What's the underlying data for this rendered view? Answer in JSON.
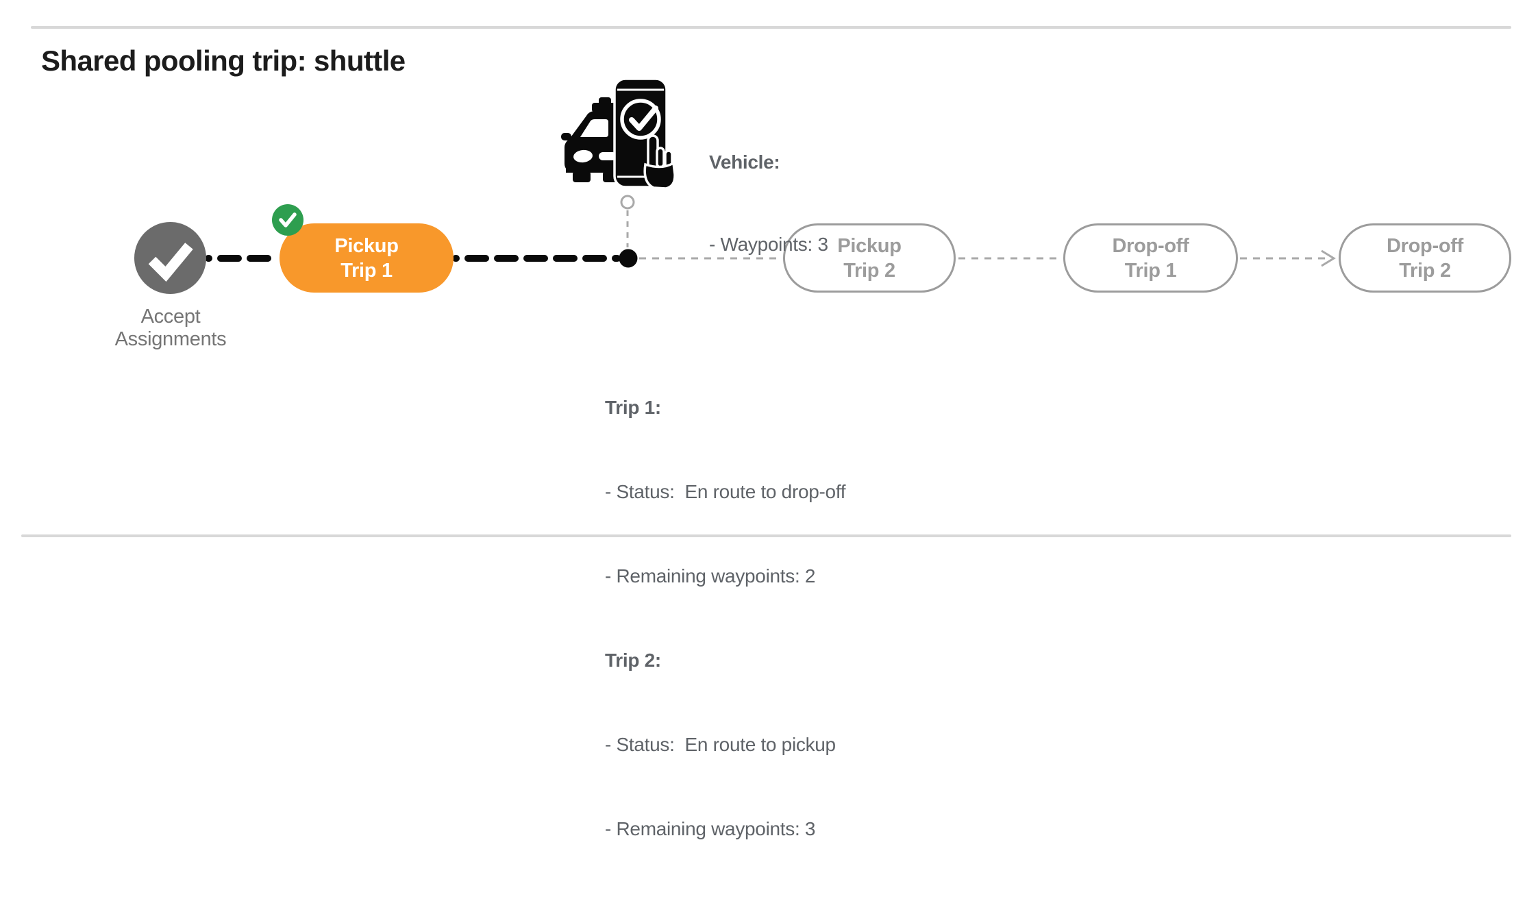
{
  "header": {
    "title": "Shared pooling trip: shuttle"
  },
  "colors": {
    "title-text": "#1c1c1c",
    "done-gray": "#6b6b6b",
    "label-gray": "#757575",
    "active-orange": "#f8982b",
    "badge-green": "#2e9e4f",
    "pending-gray": "#9c9c9c",
    "connector-black": "#0a0a0a",
    "connector-gray": "#a9a9a9",
    "info-text": "#5f6368",
    "rule-gray": "#d8d8d8"
  },
  "vehicle_panel": {
    "icon": "autonomous-car-phone-check-icon",
    "heading": "Vehicle:",
    "waypoints_line": "- Waypoints: 3"
  },
  "timeline": {
    "accept": {
      "icon": "check-icon",
      "label_line1": "Accept",
      "label_line2": "Assignments"
    },
    "current_position": {
      "icon": "current-position-dot"
    },
    "stages": [
      {
        "name": "pickup-trip-1",
        "state": "active",
        "line1": "Pickup",
        "line2": "Trip 1",
        "badge": "completed-check-badge"
      },
      {
        "name": "pickup-trip-2",
        "state": "pending",
        "line1": "Pickup",
        "line2": "Trip 2"
      },
      {
        "name": "dropoff-trip-1",
        "state": "pending",
        "line1": "Drop-off",
        "line2": "Trip 1"
      },
      {
        "name": "dropoff-trip-2",
        "state": "pending",
        "line1": "Drop-off",
        "line2": "Trip 2"
      }
    ]
  },
  "trip_info": {
    "trip1_heading": "Trip 1:",
    "trip1_status": "- Status:  En route to drop-off",
    "trip1_waypoints": "- Remaining waypoints: 2",
    "trip2_heading": "Trip 2:",
    "trip2_status": "- Status:  En route to pickup",
    "trip2_waypoints": "- Remaining waypoints: 3"
  }
}
